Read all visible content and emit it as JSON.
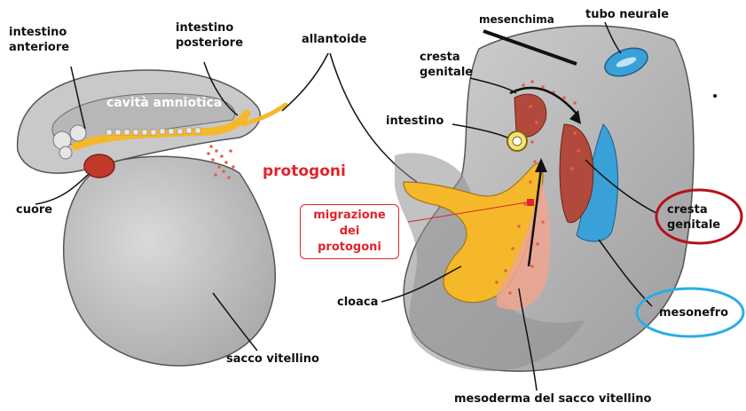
{
  "labels": {
    "intestino_anteriore": [
      "intestino",
      "anteriore"
    ],
    "intestino_posteriore": [
      "intestino",
      "posteriore"
    ],
    "allantoide": "allantoide",
    "cavita_amniotica": "cavità amniotica",
    "protogoni": "protogoni",
    "cuore": "cuore",
    "sacco_vitellino": "sacco vitellino",
    "migrazione": [
      "migrazione",
      "dei protogoni"
    ],
    "mesenchima": "mesenchima",
    "tubo_neurale": "tubo neurale",
    "cresta_genitale_top": [
      "cresta",
      "genitale"
    ],
    "intestino": "intestino",
    "cresta_genitale_right": [
      "cresta",
      "genitale"
    ],
    "cloaca": "cloaca",
    "mesonefro": "mesonefro",
    "mesoderma": "mesoderma del sacco vitellino"
  },
  "colors": {
    "embryo_gray": "#cfcfd0",
    "yolk_sac": "#bdbdbe",
    "gut_yellow": "#f5b82a",
    "heart_red": "#c0392b",
    "neural_blue": "#3aa0d8",
    "protogoni_dots": "#e8604a",
    "highlight_red": "#b3121b",
    "highlight_blue": "#29aee6"
  }
}
